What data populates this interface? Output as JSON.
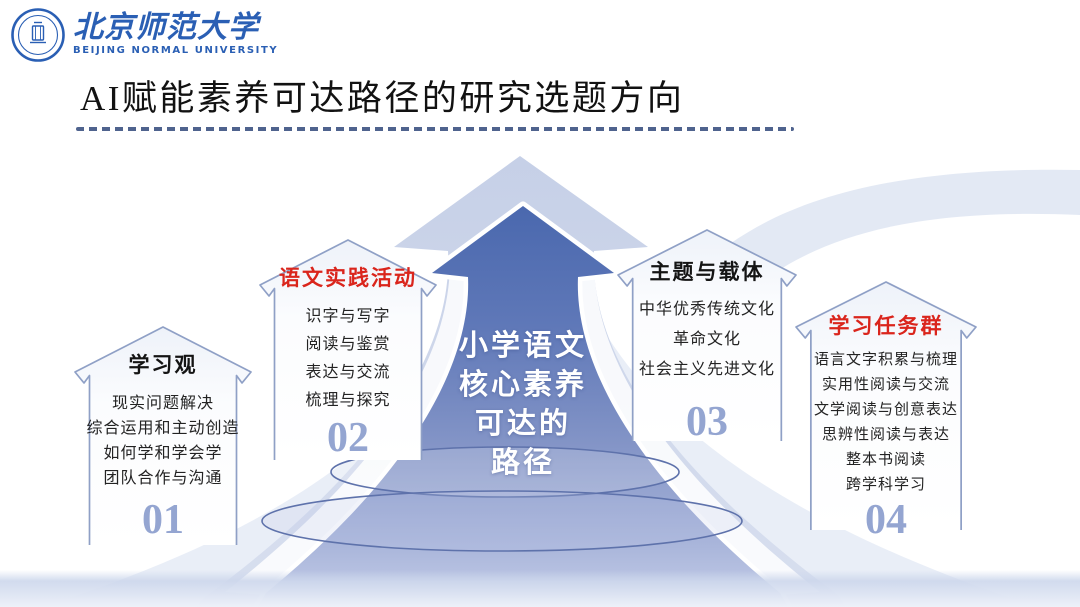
{
  "logo": {
    "name_cn": "北京师范大学",
    "name_en": "BEIJING NORMAL UNIVERSITY"
  },
  "title": "AI赋能素养可达路径的研究选题方向",
  "center": {
    "lines": [
      "小学语文",
      "核心素养",
      "可达的",
      "路径"
    ]
  },
  "houses": [
    {
      "number": "01",
      "title": "学习观",
      "title_color": "#141414",
      "items": [
        "现实问题解决",
        "综合运用和主动创造",
        "如何学和学会学",
        "团队合作与沟通"
      ]
    },
    {
      "number": "02",
      "title": "语文实践活动",
      "title_color": "#da251c",
      "items": [
        "识字与写字",
        "阅读与鉴赏",
        "表达与交流",
        "梳理与探究"
      ]
    },
    {
      "number": "03",
      "title": "主题与载体",
      "title_color": "#141414",
      "items": [
        "中华优秀传统文化",
        "革命文化",
        "社会主义先进文化"
      ]
    },
    {
      "number": "04",
      "title": "学习任务群",
      "title_color": "#da251c",
      "items": [
        "语言文字积累与梳理",
        "实用性阅读与交流",
        "文学阅读与创意表达",
        "思辨性阅读与表达",
        "整本书阅读",
        "跨学科学习"
      ]
    }
  ],
  "colors": {
    "brand_blue": "#2a5fb4",
    "accent_red": "#da251c",
    "number_blue": "#94a5d1",
    "arrow_dark": "#4a68ae",
    "arrow_pale": "#ccd6ea",
    "outline_blue": "#8fa0c6",
    "dash_blue": "#4f638e"
  }
}
